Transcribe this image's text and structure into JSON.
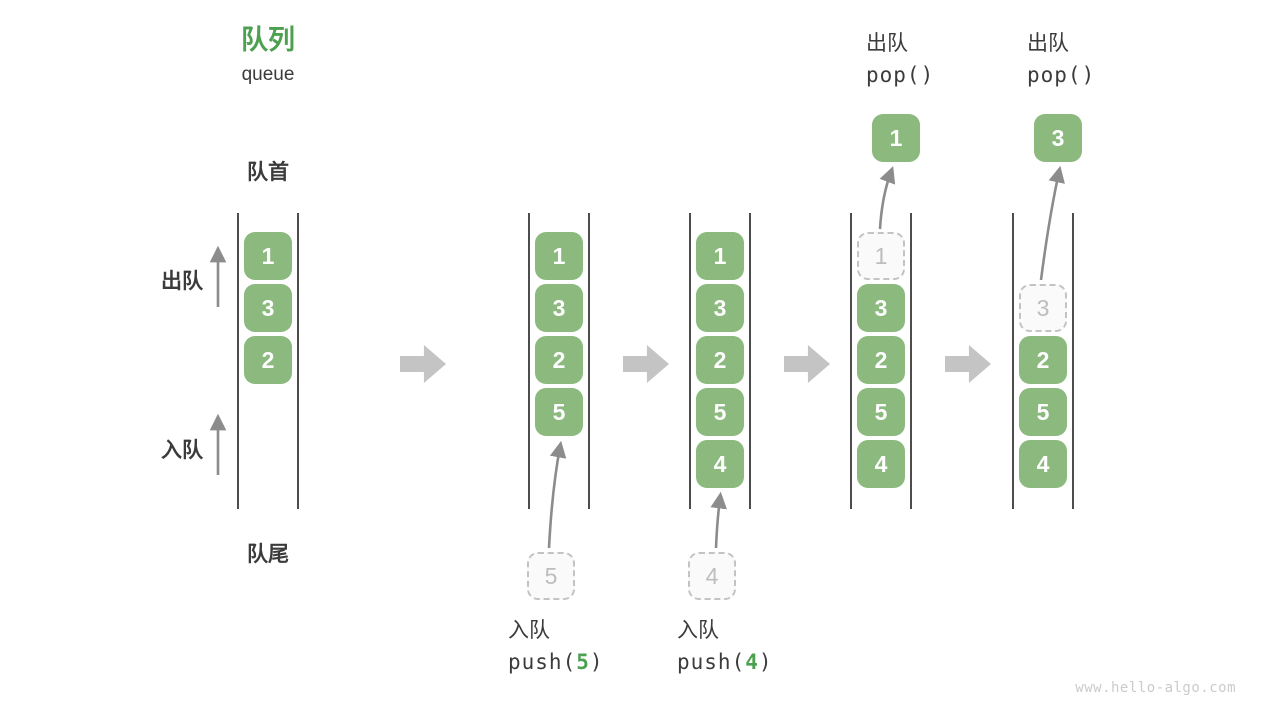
{
  "header": {
    "title_cn": "队列",
    "title_en": "queue"
  },
  "labels": {
    "front": "队首",
    "rear": "队尾",
    "dequeue_side": "出队",
    "enqueue_side": "入队",
    "watermark": "www.hello-algo.com"
  },
  "operations": {
    "push": [
      {
        "name": "入队",
        "fn": "push(",
        "arg": "5",
        "close": ")"
      },
      {
        "name": "入队",
        "fn": "push(",
        "arg": "4",
        "close": ")"
      }
    ],
    "pop": [
      {
        "name": "出队",
        "fn": "pop()"
      },
      {
        "name": "出队",
        "fn": "pop()"
      }
    ]
  },
  "colors": {
    "green_box": "#8bb97e",
    "green_text": "#4da050",
    "dark_text": "#3b3b3b",
    "rail": "#4d4d4d",
    "big_arrow": "#c4c4c4",
    "thin_arrow": "#8c8c8c",
    "dashed_border": "#c3c3c3",
    "dashed_text": "#bdbdbd",
    "watermark": "#cbcbcb"
  },
  "states": [
    {
      "name": "initial",
      "elements": [
        {
          "slot": 1,
          "value": "1",
          "style": "solid"
        },
        {
          "slot": 2,
          "value": "3",
          "style": "solid"
        },
        {
          "slot": 3,
          "value": "2",
          "style": "solid"
        }
      ]
    },
    {
      "name": "after-push-5",
      "elements": [
        {
          "slot": 1,
          "value": "1",
          "style": "solid"
        },
        {
          "slot": 2,
          "value": "3",
          "style": "solid"
        },
        {
          "slot": 3,
          "value": "2",
          "style": "solid"
        },
        {
          "slot": 4,
          "value": "5",
          "style": "solid"
        }
      ],
      "staged": {
        "value": "5"
      }
    },
    {
      "name": "after-push-4",
      "elements": [
        {
          "slot": 1,
          "value": "1",
          "style": "solid"
        },
        {
          "slot": 2,
          "value": "3",
          "style": "solid"
        },
        {
          "slot": 3,
          "value": "2",
          "style": "solid"
        },
        {
          "slot": 4,
          "value": "5",
          "style": "solid"
        },
        {
          "slot": 5,
          "value": "4",
          "style": "solid"
        }
      ],
      "staged": {
        "value": "4"
      }
    },
    {
      "name": "after-pop-1",
      "elements": [
        {
          "slot": 1,
          "value": "1",
          "style": "dashed"
        },
        {
          "slot": 2,
          "value": "3",
          "style": "solid"
        },
        {
          "slot": 3,
          "value": "2",
          "style": "solid"
        },
        {
          "slot": 4,
          "value": "5",
          "style": "solid"
        },
        {
          "slot": 5,
          "value": "4",
          "style": "solid"
        }
      ],
      "popped": {
        "value": "1"
      }
    },
    {
      "name": "after-pop-3",
      "elements": [
        {
          "slot": 2,
          "value": "3",
          "style": "dashed"
        },
        {
          "slot": 3,
          "value": "2",
          "style": "solid"
        },
        {
          "slot": 4,
          "value": "5",
          "style": "solid"
        },
        {
          "slot": 5,
          "value": "4",
          "style": "solid"
        }
      ],
      "popped": {
        "value": "3"
      }
    }
  ]
}
